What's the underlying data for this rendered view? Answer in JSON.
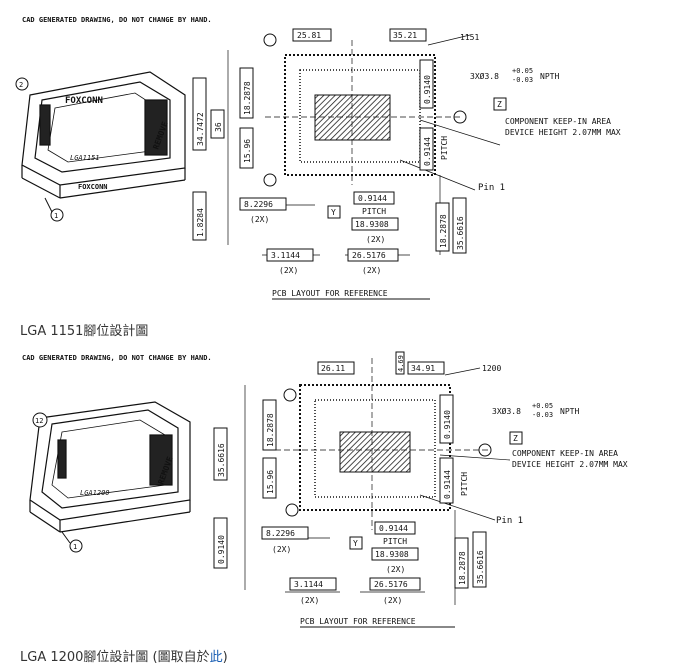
{
  "drawing1": {
    "header": "CAD GENERATED DRAWING, DO NOT CHANGE BY HAND.",
    "brand": "FOXCONN",
    "brand_bottom": "FOXCONN",
    "socket_label": "LGA1151",
    "remove_label": "REMOVE",
    "callout_top": "2",
    "callout_bottom": "1",
    "dim_top_left": "25.81",
    "dim_top_right": "35.21",
    "socket_number": "1151",
    "hole_note": "3XØ3.8",
    "tol_plus": "+0.05",
    "tol_minus": "-0.03",
    "nptn": "NPTH",
    "datum_z": "Z",
    "keepin_line1": "COMPONENT KEEP-IN AREA",
    "keepin_line2": "DEVICE HEIGHT 2.07MM MAX",
    "pin1": "Pin 1",
    "dim_34": "34.7472",
    "dim_36": "36",
    "dim_18a": "18.2878",
    "dim_15": "15.96",
    "dim_0914a": "0.9140",
    "dim_09144v": "0.9144",
    "pitch_v": "PITCH",
    "dim_18b": "18.2878",
    "dim_35": "35.6616",
    "dim_18284": "1.8284",
    "dim_8": "8.2296",
    "x2a": "(2X)",
    "datum_y": "Y",
    "dim_09144h": "0.9144",
    "pitch_h": "PITCH",
    "dim_189": "18.9308",
    "x2b": "(2X)",
    "dim_3": "3.1144",
    "dim_26": "26.5176",
    "x2c": "(2X)",
    "x2d": "(2X)",
    "footer": "PCB LAYOUT FOR REFERENCE"
  },
  "caption1": "LGA 1151腳位設計圖",
  "drawing2": {
    "header": "CAD GENERATED DRAWING, DO NOT CHANGE BY HAND.",
    "socket_label": "LGA1200",
    "remove_label": "REMOVE",
    "callout_top": "12",
    "callout_bottom": "1",
    "dim_top_left": "26.11",
    "dim_top_right": "34.91",
    "dim_small": "4.69",
    "socket_number": "1200",
    "hole_note": "3XØ3.8",
    "tol_plus": "+0.05",
    "tol_minus": "-0.03",
    "nptn": "NPTH",
    "datum_z": "Z",
    "keepin_line1": "COMPONENT KEEP-IN AREA",
    "keepin_line2": "DEVICE HEIGHT 2.07MM MAX",
    "pin1": "Pin 1",
    "dim_35": "35.6616",
    "dim_18a": "18.2878",
    "dim_15": "15.96",
    "dim_0914a": "0.9140",
    "dim_09144v": "0.9144",
    "pitch_v": "PITCH",
    "dim_0914left": "0.9140",
    "dim_18b": "18.2878",
    "dim_35b": "35.6616",
    "dim_8": "8.2296",
    "x2a": "(2X)",
    "datum_y": "Y",
    "dim_09144h": "0.9144",
    "pitch_h": "PITCH",
    "dim_189": "18.9308",
    "x2b": "(2X)",
    "dim_3": "3.1144",
    "dim_26": "26.5176",
    "x2c": "(2X)",
    "x2d": "(2X)",
    "footer": "PCB LAYOUT FOR REFERENCE"
  },
  "caption2": {
    "text": "LGA 1200腳位設計圖 (圖取自於",
    "link": "此",
    "close": ")"
  }
}
